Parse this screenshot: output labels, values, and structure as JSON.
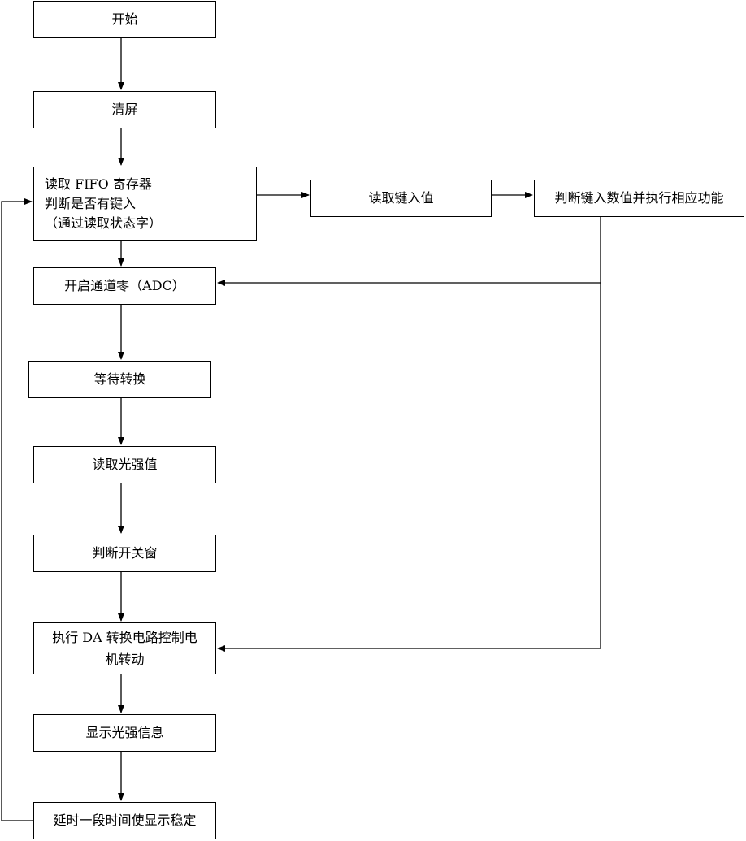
{
  "flowchart": {
    "nodes": {
      "start": "开始",
      "clear_screen": "清屏",
      "read_fifo": {
        "line1": "读取 FIFO 寄存器",
        "line2": "判断是否有键入",
        "line3": "（通过读取状态字）"
      },
      "read_key_value": "读取键入值",
      "judge_key_value": "判断键入数值并执行相应功能",
      "open_channel_zero": "开启通道零（ADC）",
      "wait_conversion": "等待转换",
      "read_light_value": "读取光强值",
      "judge_switch_window": "判断开关窗",
      "execute_da_motor": {
        "line1": "执行 DA 转换电路控制电",
        "line2": "机转动"
      },
      "display_light_info": "显示光强信息",
      "delay_stable": "延时一段时间使显示稳定"
    }
  }
}
